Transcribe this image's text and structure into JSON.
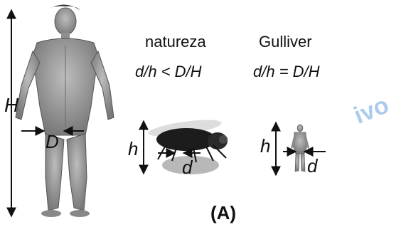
{
  "figure": {
    "human": {
      "height_label": "H",
      "width_label": "D"
    },
    "nature": {
      "title": "natureza",
      "relation": "d/h < D/H",
      "height_label": "h",
      "width_label": "d"
    },
    "gulliver": {
      "title": "Gulliver",
      "relation": "d/h = D/H",
      "height_label": "h",
      "width_label": "d"
    },
    "panel_label": "(A)",
    "watermark": "ivo"
  }
}
